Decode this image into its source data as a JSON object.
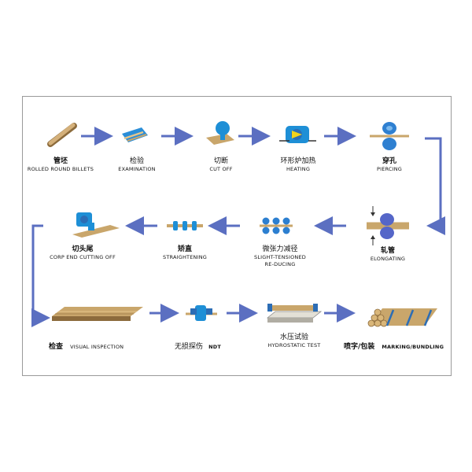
{
  "colors": {
    "arrow": "#5b6fc1",
    "pipe": "#c9a66b",
    "pipe_dark": "#8c6b3c",
    "machine": "#1e8fd6",
    "roller": "#3a74c8",
    "yellow": "#f2d21b"
  },
  "steps": [
    {
      "cn": "管坯",
      "en": "ROLLED ROUND BILLETS",
      "icon": "billet-icon"
    },
    {
      "cn": "检验",
      "en": "EXAMINATION",
      "icon": "examination-icon"
    },
    {
      "cn": "切断",
      "en": "CUT OFF",
      "icon": "cutting-icon"
    },
    {
      "cn": "环形炉加热",
      "en": "HEATING",
      "icon": "furnace-icon"
    },
    {
      "cn": "穿孔",
      "en": "PIERCING",
      "icon": "piercing-rolls-icon"
    },
    {
      "cn": "轧管",
      "en": "ELONGATING",
      "icon": "elongating-rolls-icon"
    },
    {
      "cn": "微张力减径",
      "en": "SLIGHT-TENSIONED",
      "en2": "RE-DUCING",
      "icon": "reducing-rolls-icon"
    },
    {
      "cn": "矫直",
      "en": "STRAIGHTENING",
      "icon": "straightening-rolls-icon"
    },
    {
      "cn": "切头尾",
      "en": "CORP  END  CUTTING  OFF",
      "icon": "end-cutting-icon"
    },
    {
      "cn": "检查",
      "en": "VISUAL INSPECTION",
      "icon": "inspection-pipes-icon"
    },
    {
      "cn": "无损探伤",
      "en": "NDT",
      "icon": "ndt-icon"
    },
    {
      "cn": "水压试验",
      "en": "HYDROSTATIC TEST",
      "icon": "hydrostatic-test-icon"
    },
    {
      "cn": "喷字/包装",
      "en": "MARKING/BUNDLING",
      "icon": "bundle-icon"
    }
  ]
}
